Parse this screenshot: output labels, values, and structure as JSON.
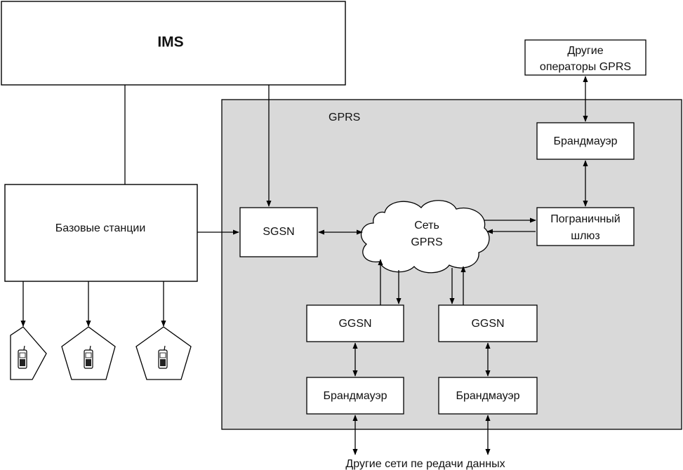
{
  "nodes": {
    "ims": "IMS",
    "base_stations": "Базовые станции",
    "gprs_label": "GPRS",
    "sgsn": "SGSN",
    "gprs_cloud": [
      "Сеть",
      "GPRS"
    ],
    "other_operators": [
      "Другие",
      "операторы GPRS"
    ],
    "firewall_top": "Брандмауэр",
    "border_gateway": [
      "Пограничный",
      "шлюз"
    ],
    "ggsn_left": "GGSN",
    "ggsn_right": "GGSN",
    "firewall_left": "Брандмауэр",
    "firewall_right": "Брандмауэр",
    "other_networks": "Другие сети пе редачи данных"
  },
  "colors": {
    "gprs_region_fill": "#d9d9d9",
    "box_fill": "#ffffff",
    "stroke": "#000000"
  },
  "icons": [
    "mobile-phone-icon",
    "mobile-phone-icon",
    "mobile-phone-icon"
  ]
}
